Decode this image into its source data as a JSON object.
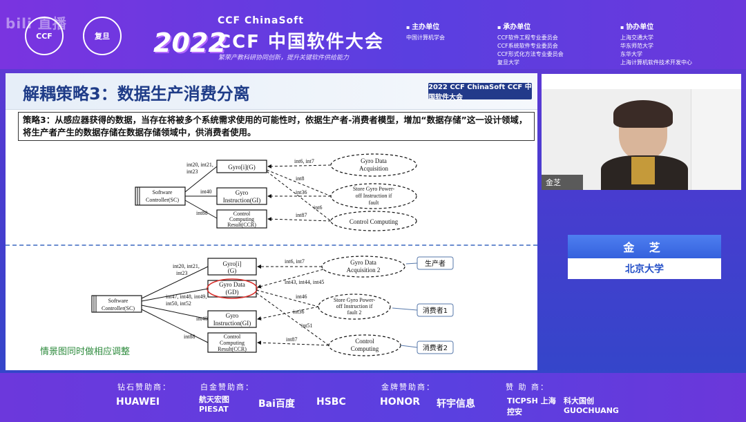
{
  "watermark": "bili 直播",
  "header": {
    "logos": [
      "CCF",
      "复旦"
    ],
    "year": "2022",
    "event_subtitle": "CCF ChinaSoft",
    "event_title": "CCF 中国软件大会",
    "slogan": "繁荣产教科研协同创新，提升关键软件供给能力",
    "organizers": [
      {
        "head": "主办单位",
        "lines": [
          "中国计算机学会"
        ]
      },
      {
        "head": "承办单位",
        "lines": [
          "CCF软件工程专业委员会",
          "CCF系统软件专业委员会",
          "CCF形式化方法专业委员会",
          "复旦大学"
        ]
      },
      {
        "head": "协办单位",
        "lines": [
          "上海交通大学",
          "华东师范大学",
          "东华大学",
          "上海计算机软件技术开发中心"
        ]
      }
    ]
  },
  "slide": {
    "title": "解耦策略3：数据生产消费分离",
    "logo": "2022 CCF ChinaSoft CCF 中国软件大会",
    "strategy": "策略3：从感应器获得的数据，当存在将被多个系统需求使用的可能性时，依据生产者-消费者模型，增加“数据存储”这一设计领域，将生产者产生的数据存储在数据存储领域中，供消费者使用。",
    "note": "情景图同时做相应调整",
    "diagram1": {
      "controller": "Software Controller(SC)",
      "domains": [
        "Gyro[i](G)",
        "Gyro Instruction(GI)",
        "Control Computing Result(CCR)"
      ],
      "requirements": [
        "Gyro Data Acquisition",
        "Store Gyro Power-off Instruction if fault",
        "Control Computing"
      ],
      "labels": [
        "int20, int21, int23",
        "int40",
        "int88",
        "int6, int7",
        "int8",
        "int36",
        "int87",
        "int6"
      ]
    },
    "diagram2": {
      "controller": "Software Controller(SC)",
      "domains": [
        "Gyro[i] (G)",
        "Gyro Data (GD)",
        "Gyro Instruction(GI)",
        "Control Computing Result(CCR)"
      ],
      "requirements": [
        "Gyro Data Acquisition 2",
        "Store Gyro Power-off Instruction if fault 2",
        "Control Computing"
      ],
      "labels": [
        "int20, int21, int23",
        "int47, int48, int49, int50, int52",
        "int40",
        "int88",
        "int6, int7",
        "int43, int44, int45",
        "int46",
        "int36",
        "int51",
        "int87"
      ],
      "tags": [
        "生产者",
        "消费者1",
        "消费者2"
      ]
    }
  },
  "speaker": {
    "camera_name": "金芝",
    "name": "金 芝",
    "org": "北京大学"
  },
  "sponsors": {
    "heads": [
      "钻石赞助商：",
      "白金赞助商：",
      "金牌赞助商：",
      "赞 助 商："
    ],
    "logos": [
      "HUAWEI",
      "航天宏图 PIESAT",
      "Bai百度",
      "HSBC",
      "HONOR",
      "轩宇信息",
      "TICPSH 上海控安",
      "科大国创 GUOCHUANG"
    ]
  },
  "colors": {
    "accent": "#2550c8",
    "banner": "#6a38dc",
    "title": "#1f3c88",
    "note": "#2c8a3c",
    "highlight": "#d9302c"
  }
}
